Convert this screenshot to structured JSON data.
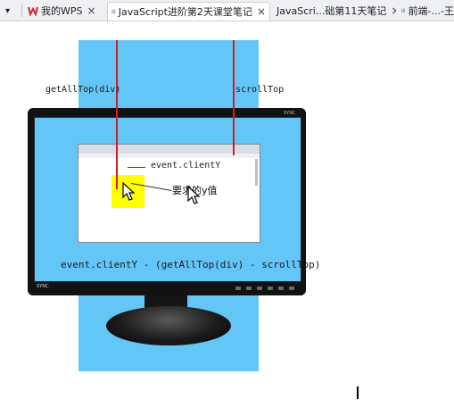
{
  "tabs": [
    {
      "label": "我的WPS",
      "icon": "wps-icon",
      "active": false
    },
    {
      "label": "JavaScript进阶第2天课堂笔记",
      "icon": "document-icon",
      "active": true
    },
    {
      "label": "JavaScri...础第11天笔记",
      "icon": "document-icon",
      "active": false
    },
    {
      "label": "前端-...-王",
      "icon": "document-icon",
      "active": false
    }
  ],
  "controls": {
    "menu_glyph": "▾",
    "close_glyph": "×"
  },
  "diagram": {
    "label_getalltop": "getAllTop(div)",
    "label_scrolltop": "scrollTop",
    "label_clienty": "event.clientY",
    "label_target": "要求的y值",
    "formula": "event.clientY - (getAllTop(div) - scrollTop)",
    "brand_text": "SYNC",
    "brand_right": "SYNC",
    "colors": {
      "band": "#63c6f7",
      "guide_line": "#d11d2a",
      "highlight_box": "#ffff00",
      "monitor": "#121212",
      "wps_red": "#d7262f"
    },
    "icons": [
      "wps-icon",
      "document-icon",
      "close-icon",
      "arrow-cursor-icon",
      "text-cursor-icon"
    ]
  }
}
